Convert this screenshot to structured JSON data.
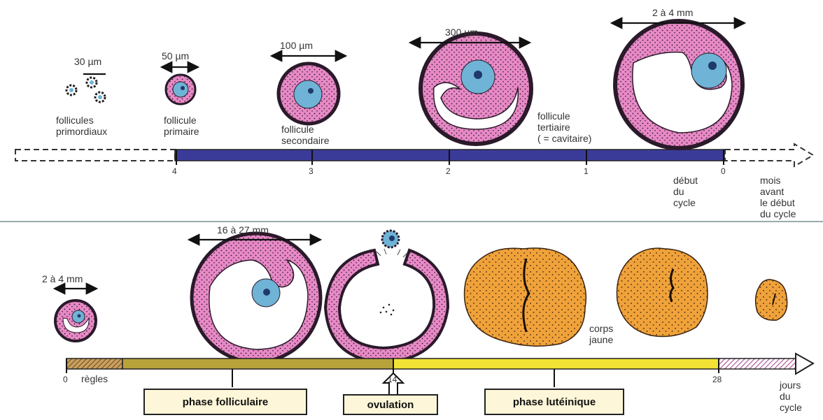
{
  "top_timeline": {
    "sizes": [
      "30 µm",
      "50 µm",
      "100 µm",
      "300 µm",
      "2 à 4 mm"
    ],
    "labels": {
      "primordial": "follicules\nprimordiaux",
      "primary": "follicule\nprimaire",
      "secondary": "follicule\nsecondaire",
      "tertiary": "follicule\ntertiaire\n( = cavitaire)"
    },
    "ticks": [
      "4",
      "3",
      "2",
      "1",
      "0"
    ],
    "cycle_start": "début\ndu\ncycle",
    "unit_label": "mois\navant\nle début\ndu cycle"
  },
  "bottom_timeline": {
    "sizes": [
      "2 à 4 mm",
      "16 à 27 mm"
    ],
    "corpus_label": "corps\njaune",
    "tick_0": "0",
    "menses": "règles",
    "tick_14": "14",
    "tick_28": "28",
    "unit_label": "jours\ndu\ncycle",
    "phases": {
      "follicular": "phase folliculaire",
      "ovulation": "ovulation",
      "luteal": "phase lutéinique"
    }
  },
  "colors": {
    "pink": "#e889c6",
    "blue": "#6fb3d6",
    "orange": "#f0a23a",
    "navy": "#3b3b9a",
    "olive": "#b8a23a",
    "yellow": "#f3e236"
  }
}
